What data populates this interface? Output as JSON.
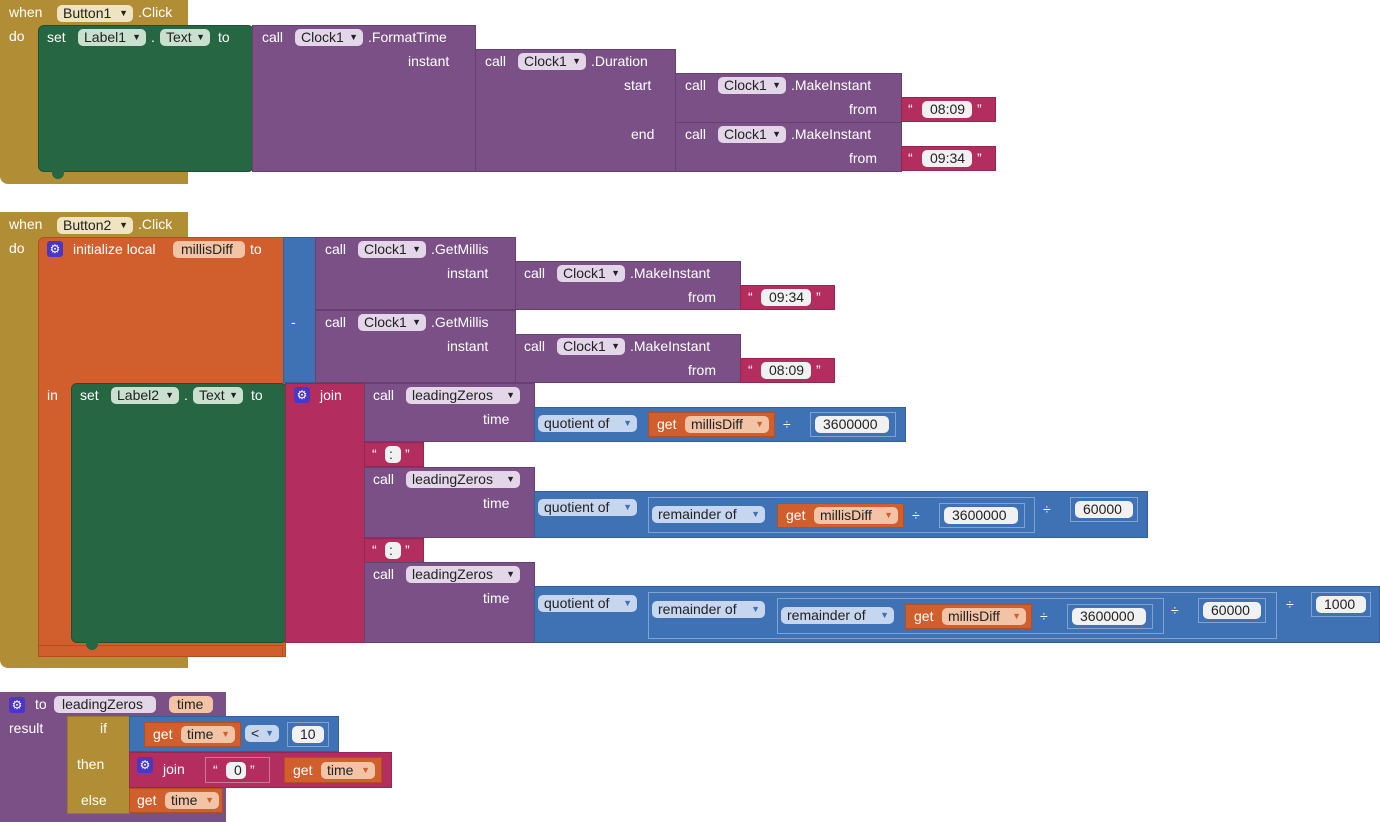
{
  "block1": {
    "when": "when",
    "component": "Button1",
    "event": ".Click",
    "do": "do",
    "set": "set",
    "target": "Label1",
    "dot": ".",
    "prop": "Text",
    "to": "to",
    "call": "call",
    "clock": "Clock1",
    "format": ".FormatTime",
    "instant": "instant",
    "duration": ".Duration",
    "start": "start",
    "end": "end",
    "make": ".MakeInstant",
    "from": "from",
    "t1": "08:09",
    "t2": "09:34"
  },
  "block2": {
    "when": "when",
    "component": "Button2",
    "event": ".Click",
    "do": "do",
    "init": "initialize local",
    "var": "millisDiff",
    "to": "to",
    "call": "call",
    "clock": "Clock1",
    "getmillis": ".GetMillis",
    "instant": "instant",
    "make": ".MakeInstant",
    "from": "from",
    "t1": "09:34",
    "t2": "08:09",
    "minus": "-",
    "in": "in",
    "set": "set",
    "target": "Label2",
    "dot": ".",
    "prop": "Text",
    "join": "join",
    "proc": "leadingZeros",
    "time": "time",
    "quot": "quotient of",
    "rem": "remainder of",
    "get": "get",
    "div": "÷",
    "colon": ":",
    "n3600000": "3600000",
    "n60000": "60000",
    "n1000": "1000"
  },
  "block3": {
    "to": "to",
    "name": "leadingZeros",
    "param": "time",
    "result": "result",
    "if": "if",
    "then": "then",
    "else": "else",
    "get": "get",
    "var": "time",
    "lt": "<",
    "n10": "10",
    "join": "join",
    "zero": "0"
  },
  "quote_open": "“",
  "quote_close": "”",
  "colors": {
    "event": "#b18e35",
    "setter": "#266642",
    "component": "#7a5087",
    "text": "#b32d5e",
    "variable": "#d05f2d",
    "math": "#3f71b5"
  }
}
